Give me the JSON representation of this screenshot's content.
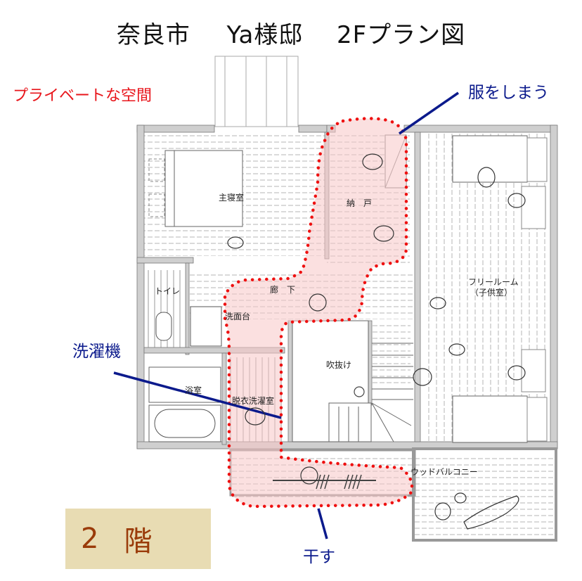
{
  "title": {
    "city": "奈良市",
    "owner": "Ya様邸",
    "plan": "2Fプラン図"
  },
  "zone_label": {
    "text": "プライベートな空間",
    "color": "#e8151b"
  },
  "callouts": [
    {
      "id": "closet",
      "text": "服をしまう",
      "color": "#0b1a8c"
    },
    {
      "id": "washer",
      "text": "洗濯機",
      "color": "#0b1a8c"
    },
    {
      "id": "dry",
      "text": "干す",
      "color": "#0b1a8c"
    }
  ],
  "floor_badge": {
    "number": "2",
    "label": "階",
    "background": "#e8dcb3",
    "text_color": "#9a3b0a"
  },
  "rooms": [
    {
      "id": "master-bedroom",
      "label": "主寝室"
    },
    {
      "id": "storage",
      "label": "納　戸"
    },
    {
      "id": "free-room",
      "label": "フリールーム"
    },
    {
      "id": "free-room-sub",
      "label": "（子供室）"
    },
    {
      "id": "toilet",
      "label": "トイレ"
    },
    {
      "id": "hallway",
      "label": "廊　下"
    },
    {
      "id": "washbasin",
      "label": "洗面台"
    },
    {
      "id": "bathroom",
      "label": "浴室"
    },
    {
      "id": "dressing-laundry",
      "label": "脱衣洗濯室"
    },
    {
      "id": "atrium",
      "label": "吹抜け"
    },
    {
      "id": "wood-balcony",
      "label": "ウッドバルコニー"
    }
  ],
  "colors": {
    "highlight_fill": "#fbdede",
    "highlight_dots": "#ee1111",
    "wall": "#c9c9c9",
    "line": "#555555"
  }
}
